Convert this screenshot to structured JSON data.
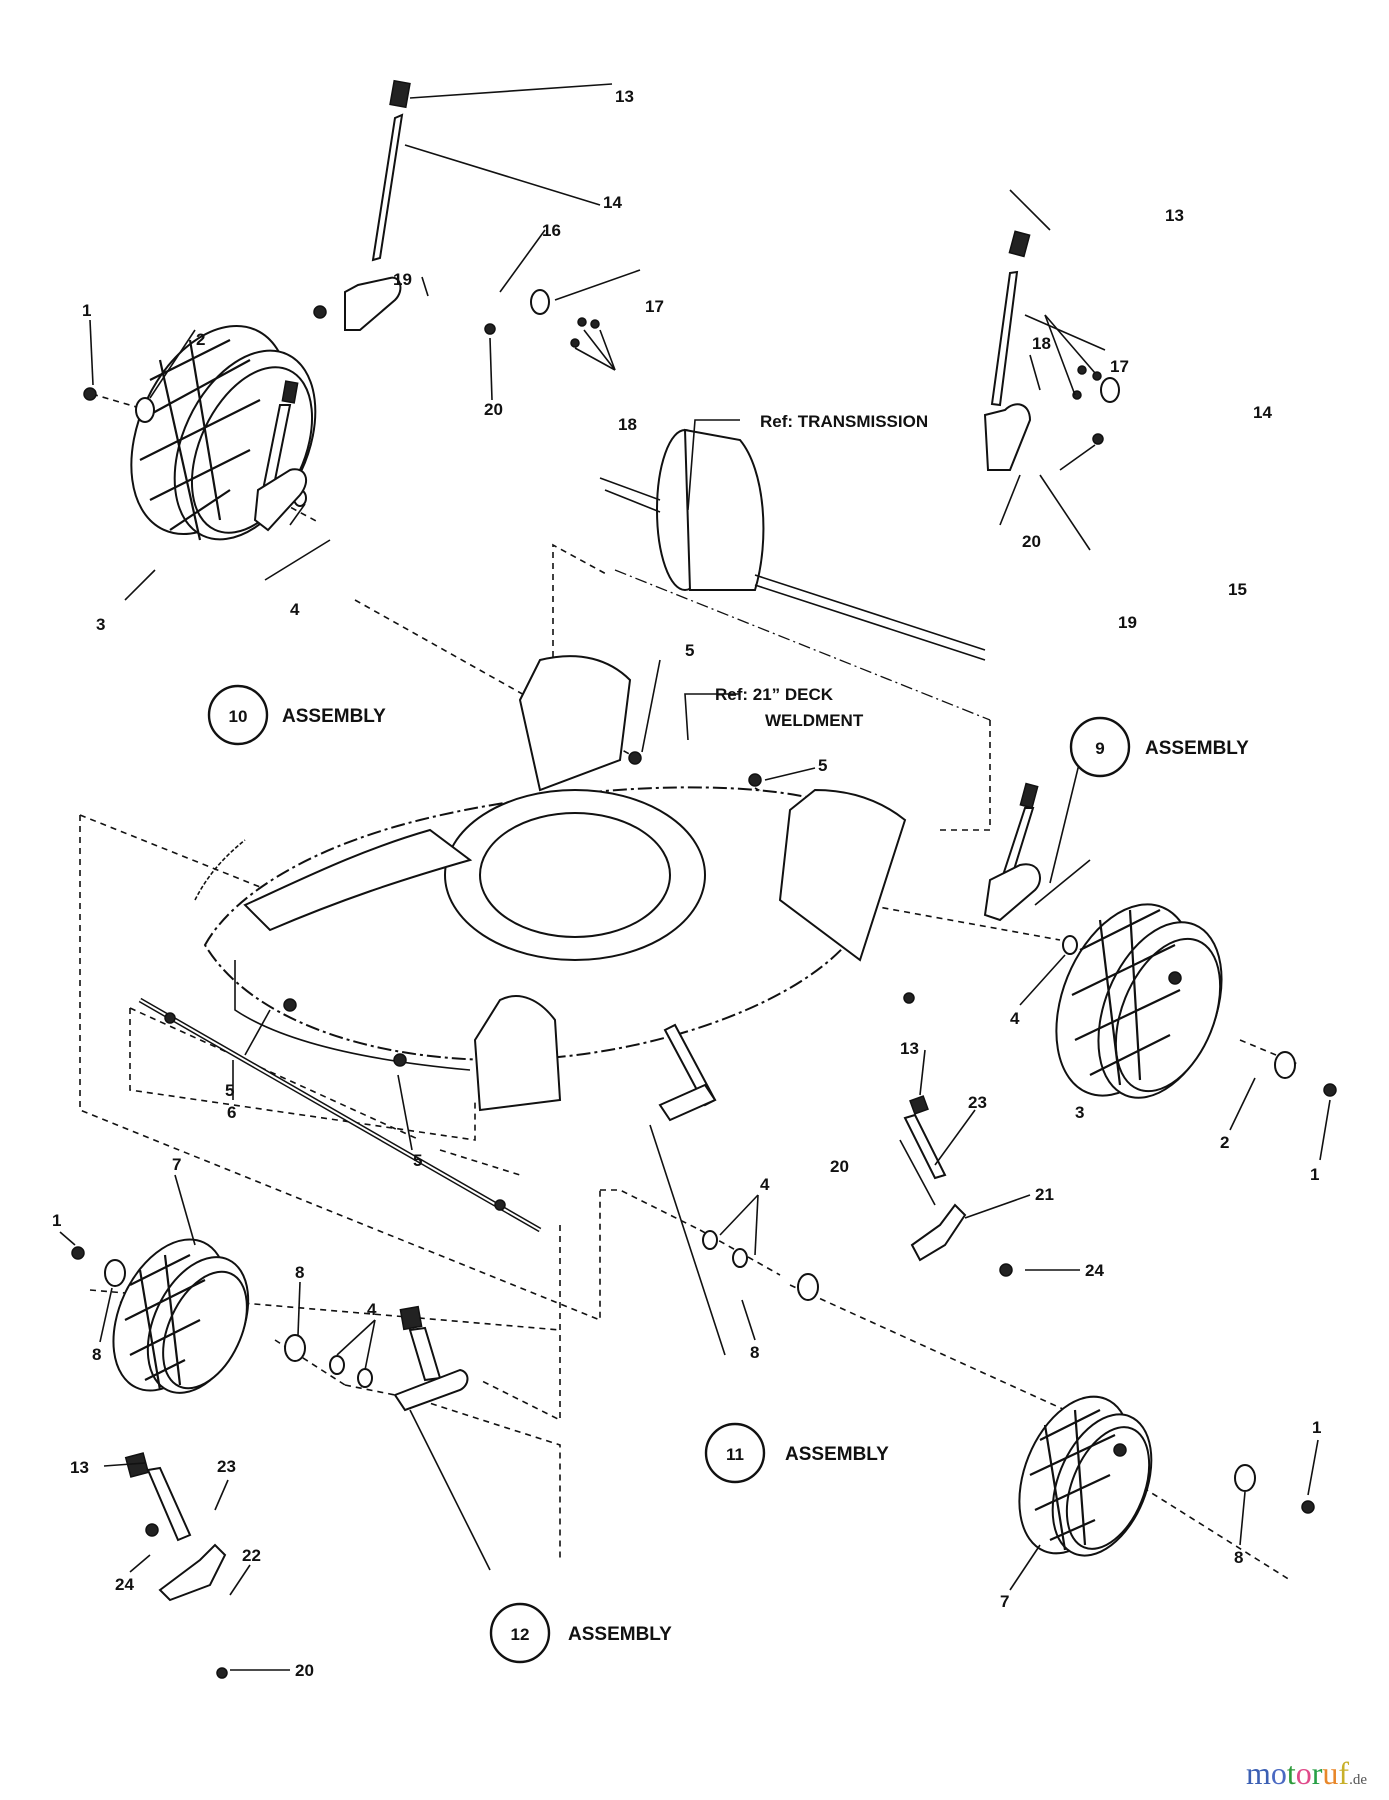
{
  "diagram": {
    "title": "Wheel & Height Adjuster Assembly — exploded parts view",
    "references": {
      "transmission": "Ref: TRANSMISSION",
      "deck_line1": "Ref: 21” DECK",
      "deck_line2": "WELDMENT"
    },
    "assemblies": [
      {
        "number": "9",
        "label": "ASSEMBLY"
      },
      {
        "number": "10",
        "label": "ASSEMBLY"
      },
      {
        "number": "11",
        "label": "ASSEMBLY"
      },
      {
        "number": "12",
        "label": "ASSEMBLY"
      }
    ],
    "callouts": {
      "top_left": {
        "c13": "13",
        "c14": "14",
        "c16": "16",
        "c17": "17",
        "c18": "18",
        "c19": "19",
        "c20": "20"
      },
      "left_wheel": {
        "c1": "1",
        "c2": "2",
        "c3": "3",
        "c4": "4"
      },
      "top_right": {
        "c13": "13",
        "c14": "14",
        "c15": "15",
        "c17": "17",
        "c18": "18",
        "c19": "19",
        "c20": "20"
      },
      "deck": {
        "c5a": "5",
        "c5b": "5",
        "c5c": "5",
        "c5d": "5",
        "c6": "6"
      },
      "right_wheel": {
        "c1": "1",
        "c2": "2",
        "c3": "3",
        "c4": "4"
      },
      "mid_right": {
        "c13": "13",
        "c20": "20",
        "c21": "21",
        "c23": "23",
        "c24": "24"
      },
      "front_left_wheel": {
        "c1": "1",
        "c7": "7",
        "c8a": "8",
        "c8b": "8",
        "c4": "4"
      },
      "front_center": {
        "c4": "4",
        "c8": "8"
      },
      "front_right_wheel": {
        "c1": "1",
        "c7": "7",
        "c8": "8"
      },
      "bottom_left": {
        "c13": "13",
        "c20": "20",
        "c22": "22",
        "c23": "23",
        "c24": "24"
      }
    }
  },
  "watermark": {
    "letters": [
      {
        "ch": "m",
        "color": "#3b5fb3"
      },
      {
        "ch": "o",
        "color": "#4a69c2"
      },
      {
        "ch": "t",
        "color": "#2d9a3a"
      },
      {
        "ch": "o",
        "color": "#e04a8a"
      },
      {
        "ch": "r",
        "color": "#27a046"
      },
      {
        "ch": "u",
        "color": "#e8872a"
      },
      {
        "ch": "f",
        "color": "#c8b02a"
      }
    ],
    "tld": ".de"
  }
}
